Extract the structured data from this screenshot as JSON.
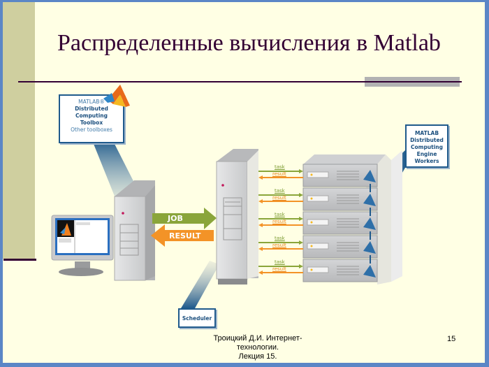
{
  "slide": {
    "title": "Распределенные вычисления в Matlab",
    "footer": {
      "line1": "Троицкий Д.И. Интернет-технологии.",
      "line2": "Лекция 15."
    },
    "page_number": "15"
  },
  "diagram": {
    "client_box": {
      "line1": "MATLAB®",
      "line2": "Distributed Computing",
      "line3": "Toolbox",
      "line4": "Other toolboxes"
    },
    "workers_box": {
      "line1": "MATLAB",
      "line2": "Distributed",
      "line3": "Computing Engine",
      "line4": "Workers"
    },
    "scheduler_box": {
      "label": "Scheduler"
    },
    "job_arrow": {
      "label": "JOB"
    },
    "result_arrow": {
      "label": "RESULT"
    },
    "worker_links": [
      {
        "task": "task",
        "result": "result"
      },
      {
        "task": "task",
        "result": "result"
      },
      {
        "task": "task",
        "result": "result"
      },
      {
        "task": "task",
        "result": "result"
      },
      {
        "task": "task",
        "result": "result"
      }
    ],
    "colors": {
      "job_green": "#8aa53a",
      "result_orange": "#f39327",
      "box_blue": "#1f5a8c",
      "server_grey": "#c9cacc"
    }
  }
}
